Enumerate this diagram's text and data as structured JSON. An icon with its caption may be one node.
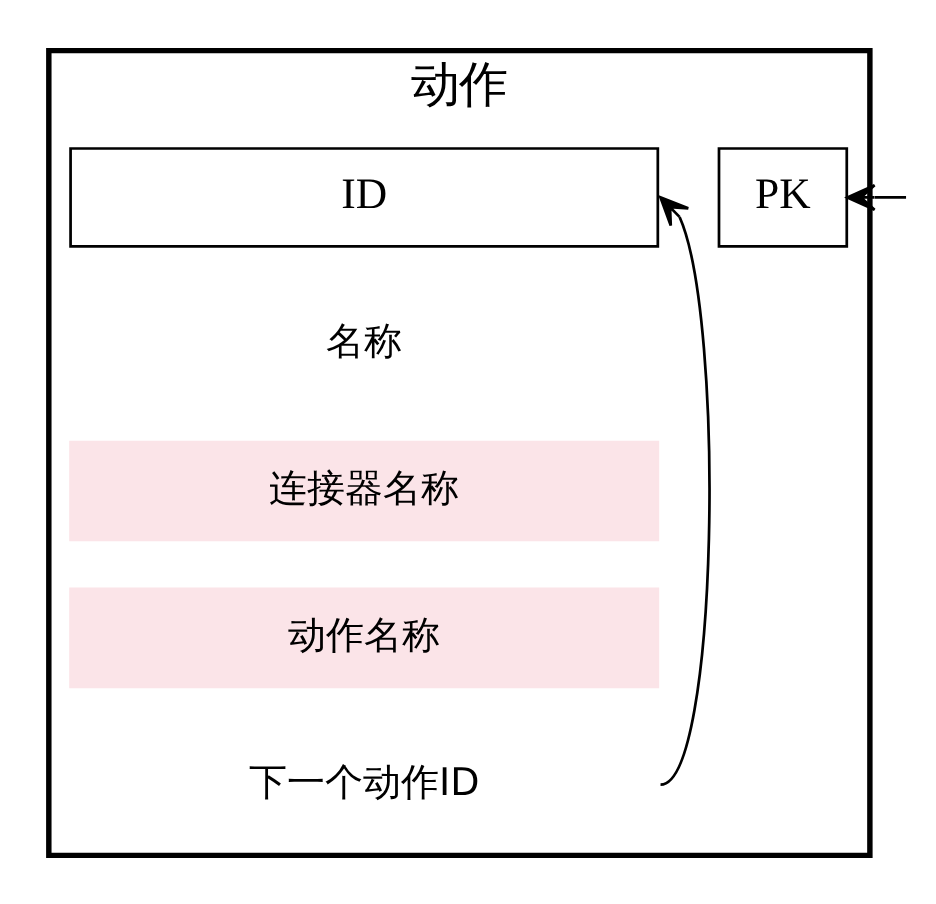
{
  "diagram": {
    "nodes": [
      {
        "text": [
          "动作"
        ]
      },
      {
        "text": [
          "PK"
        ],
        "in": 0
      },
      {
        "text": [
          "ID"
        ],
        "in": 0
      },
      {
        "text": [
          "名称"
        ],
        "in": 0
      },
      {
        "text": [
          "连接器名称"
        ],
        "in": 0
      },
      {
        "text": [
          "动作名称"
        ],
        "in": 0
      },
      {
        "text": [
          "下一个动作ID"
        ],
        "in": 0
      }
    ],
    "edges": [
      {
        "from": null,
        "to": 1,
        "arrow": "to"
      },
      {
        "from": 6,
        "to": 2,
        "arrow": "to"
      }
    ]
  }
}
